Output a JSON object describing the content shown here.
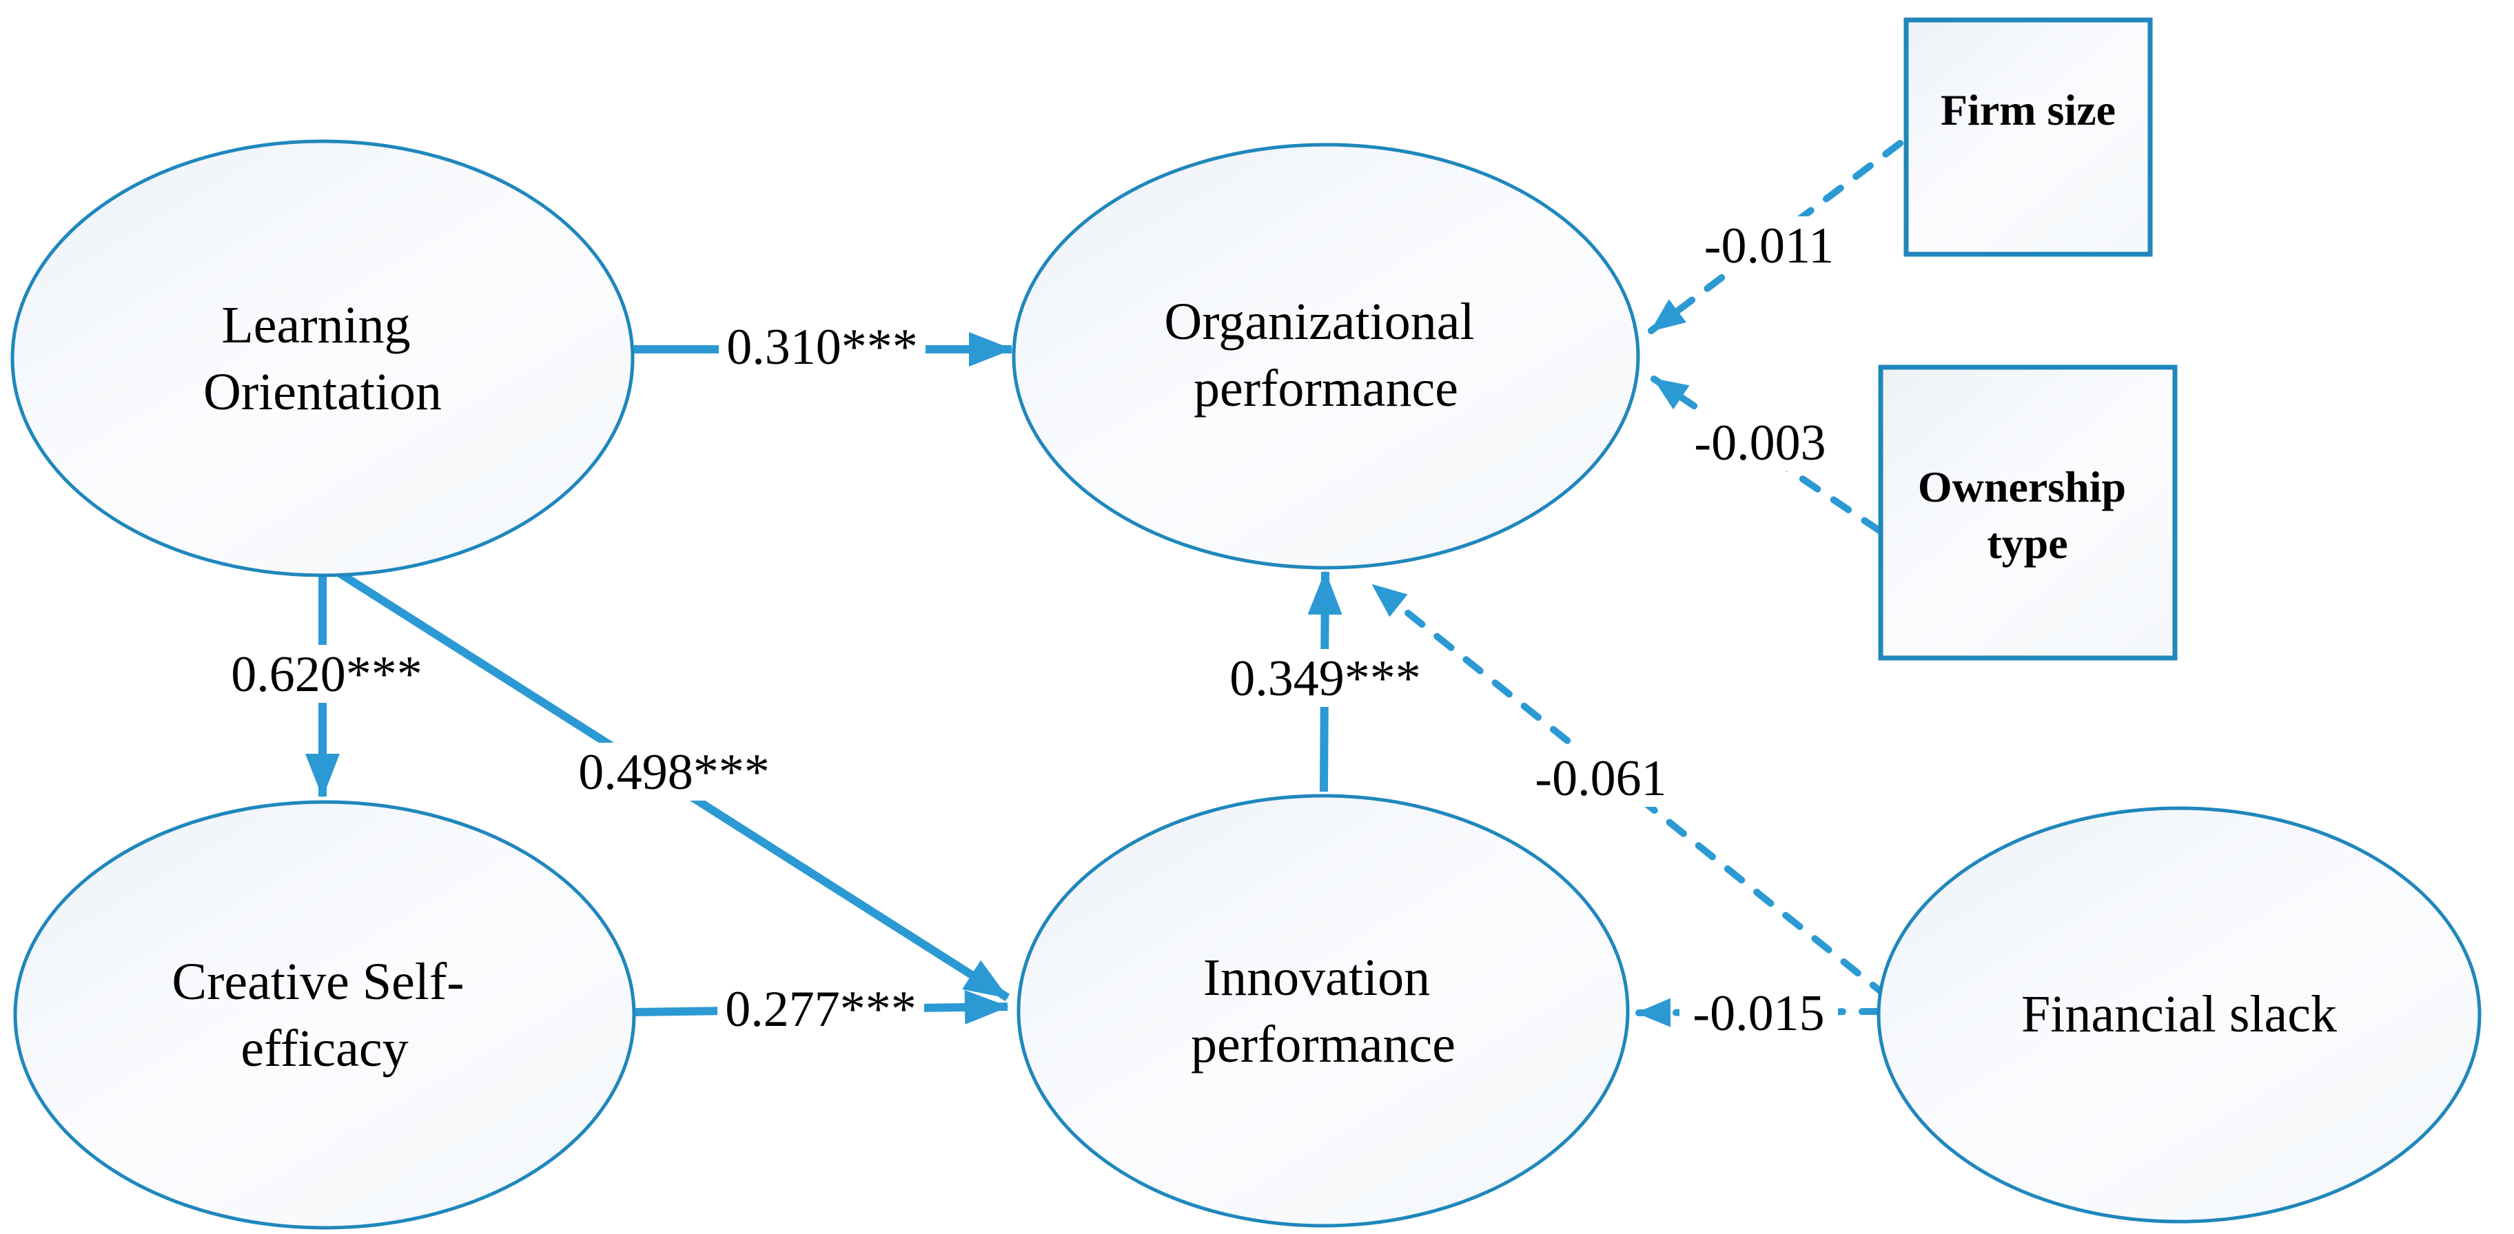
{
  "colors": {
    "arrow_blue": "#2B99D3",
    "shape_stroke_blue": "#1F87BC",
    "node_fill_top": "#EDF2F8",
    "node_fill_bottom": "#FBFCFE",
    "text": "#000000",
    "background": "#FFFFFF"
  },
  "diagram_type": "structural-equation-path-model",
  "nodes": {
    "learning_orientation": {
      "shape": "ellipse",
      "lines": [
        "Learning",
        "Orientation"
      ]
    },
    "organizational_performance": {
      "shape": "ellipse",
      "lines": [
        "Organizational",
        "performance"
      ]
    },
    "creative_self_efficacy": {
      "shape": "ellipse",
      "lines": [
        "Creative Self-",
        "efficacy"
      ]
    },
    "innovation_performance": {
      "shape": "ellipse",
      "lines": [
        "Innovation",
        "performance"
      ]
    },
    "financial_slack": {
      "shape": "ellipse",
      "lines": [
        "Financial slack"
      ]
    },
    "firm_size": {
      "shape": "rect",
      "lines": [
        "Firm size"
      ]
    },
    "ownership_type": {
      "shape": "rect",
      "lines": [
        "Ownership",
        "type"
      ]
    }
  },
  "edges": {
    "lo_to_op": {
      "from": "learning_orientation",
      "to": "organizational_performance",
      "label": "0.310***",
      "style": "solid"
    },
    "lo_to_cse": {
      "from": "learning_orientation",
      "to": "creative_self_efficacy",
      "label": "0.620***",
      "style": "solid"
    },
    "lo_to_ip": {
      "from": "learning_orientation",
      "to": "innovation_performance",
      "label": "0.498***",
      "style": "solid"
    },
    "cse_to_ip": {
      "from": "creative_self_efficacy",
      "to": "innovation_performance",
      "label": "0.277***",
      "style": "solid"
    },
    "ip_to_op": {
      "from": "innovation_performance",
      "to": "organizational_performance",
      "label": "0.349***",
      "style": "solid"
    },
    "firmsize_to_op": {
      "from": "firm_size",
      "to": "organizational_performance",
      "label": "-0.011",
      "style": "dashed"
    },
    "ownership_to_op": {
      "from": "ownership_type",
      "to": "organizational_performance",
      "label": "-0.003",
      "style": "dashed"
    },
    "fs_to_op": {
      "from": "financial_slack",
      "to": "organizational_performance",
      "label": "-0.061",
      "style": "dashed"
    },
    "fs_to_ip": {
      "from": "financial_slack",
      "to": "innovation_performance",
      "label": "-0.015",
      "style": "dashed"
    }
  }
}
